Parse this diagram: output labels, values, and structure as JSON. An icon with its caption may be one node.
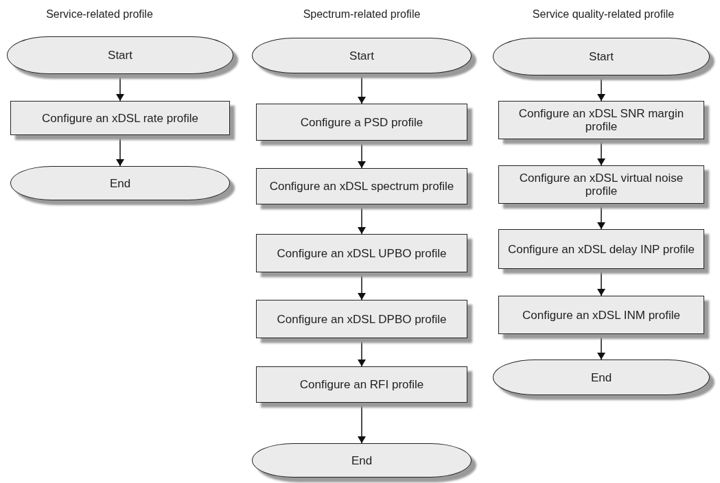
{
  "diagram": {
    "nodes": [
      {
        "text": [
          "Start"
        ]
      },
      {
        "text": [
          "Configure an xDSL rate profile"
        ]
      },
      {
        "text": [
          "End"
        ]
      },
      {
        "text": [
          "Start"
        ]
      },
      {
        "text": [
          "Configure a PSD profile"
        ]
      },
      {
        "text": [
          "Configure an xDSL spectrum profile"
        ]
      },
      {
        "text": [
          "Configure an xDSL UPBO profile"
        ]
      },
      {
        "text": [
          "Configure an xDSL DPBO profile"
        ]
      },
      {
        "text": [
          "Configure an RFI profile"
        ]
      },
      {
        "text": [
          "End"
        ]
      },
      {
        "text": [
          "Start"
        ]
      },
      {
        "text": [
          "Configure an xDSL SNR margin profile"
        ]
      },
      {
        "text": [
          "Configure an xDSL virtual noise profile"
        ]
      },
      {
        "text": [
          "Configure an xDSL delay INP profile"
        ]
      },
      {
        "text": [
          "Configure an xDSL INM profile"
        ]
      },
      {
        "text": [
          "End"
        ]
      }
    ],
    "edges": [
      {
        "from": 0,
        "to": 1,
        "arrow": "to"
      },
      {
        "from": 1,
        "to": 2,
        "arrow": "to"
      },
      {
        "from": 3,
        "to": 4,
        "arrow": "to"
      },
      {
        "from": 4,
        "to": 5,
        "arrow": "to"
      },
      {
        "from": 5,
        "to": 6,
        "arrow": "to"
      },
      {
        "from": 6,
        "to": 7,
        "arrow": "to"
      },
      {
        "from": 7,
        "to": 8,
        "arrow": "to"
      },
      {
        "from": 8,
        "to": 9,
        "arrow": "to"
      },
      {
        "from": 10,
        "to": 11,
        "arrow": "to"
      },
      {
        "from": 11,
        "to": 12,
        "arrow": "to"
      },
      {
        "from": 12,
        "to": 13,
        "arrow": "to"
      },
      {
        "from": 13,
        "to": 14,
        "arrow": "to"
      },
      {
        "from": 14,
        "to": 15,
        "arrow": "to"
      }
    ],
    "labels": [
      "Service-related profile",
      "Spectrum-related profile",
      "Service quality-related profile"
    ]
  }
}
